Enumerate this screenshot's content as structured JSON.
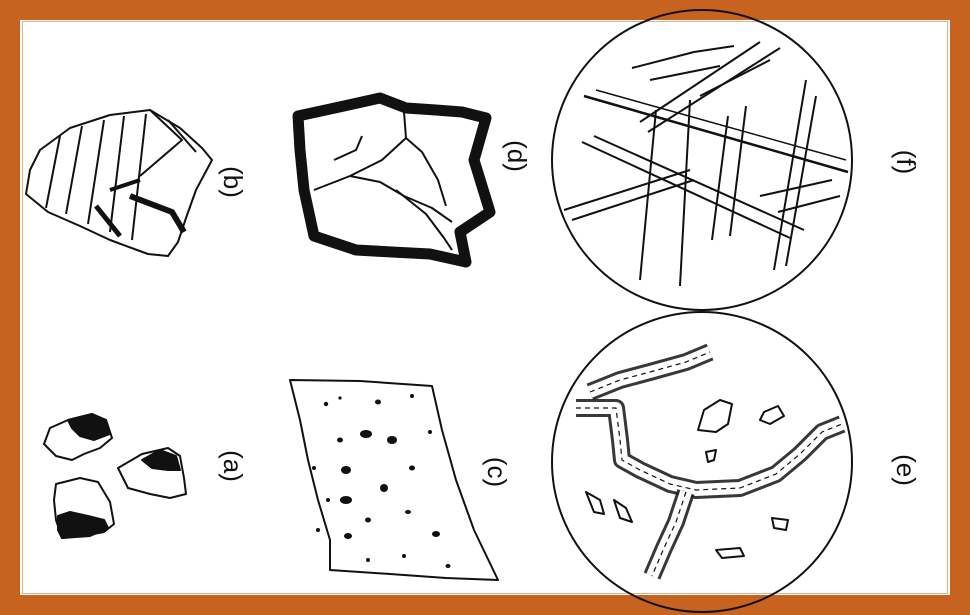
{
  "frame_color": "#C7631F",
  "labels": {
    "a": "(a)",
    "b": "(b)",
    "c": "(c)",
    "d": "(d)",
    "e": "(e)",
    "f": "(f)"
  }
}
